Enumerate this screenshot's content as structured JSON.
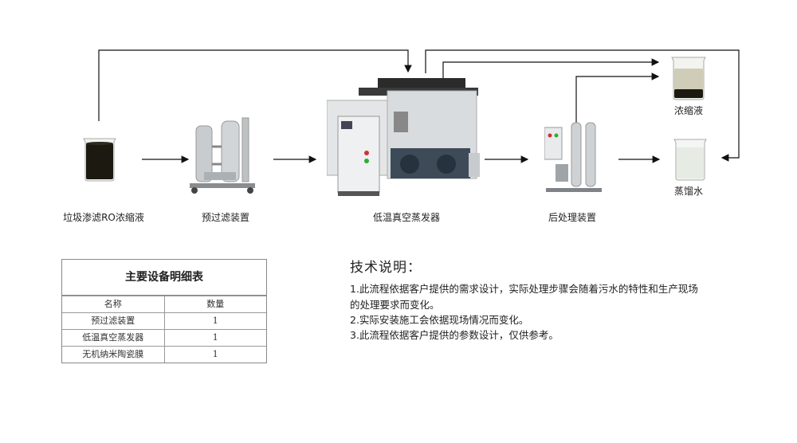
{
  "flow": {
    "stage_labels": [
      "垃圾渗滤RO浓缩液",
      "预过滤装置",
      "低温真空蒸发器",
      "后处理装置"
    ],
    "outputs": [
      "浓缩液",
      "蒸馏水"
    ]
  },
  "equipment_table": {
    "title": "主要设备明细表",
    "headers": [
      "名称",
      "数量"
    ],
    "rows": [
      [
        "预过滤装置",
        "1"
      ],
      [
        "低温真空蒸发器",
        "1"
      ],
      [
        "无机纳米陶瓷膜",
        "1"
      ]
    ]
  },
  "tech_notes": {
    "title": "技术说明：",
    "lines": [
      "1.此流程依据客户提供的需求设计，实际处理步骤会随着污水的特性和生产现场",
      "的处理要求而变化。",
      "2.实际安装施工会依据现场情况而变化。",
      "3.此流程依据客户提供的参数设计，仅供参考。"
    ]
  },
  "colors": {
    "concentrate_dark": "#1c1a10",
    "distilled_water": "#e6ebe4",
    "equipment_gray": "#d7dadc",
    "line": "#111111"
  }
}
